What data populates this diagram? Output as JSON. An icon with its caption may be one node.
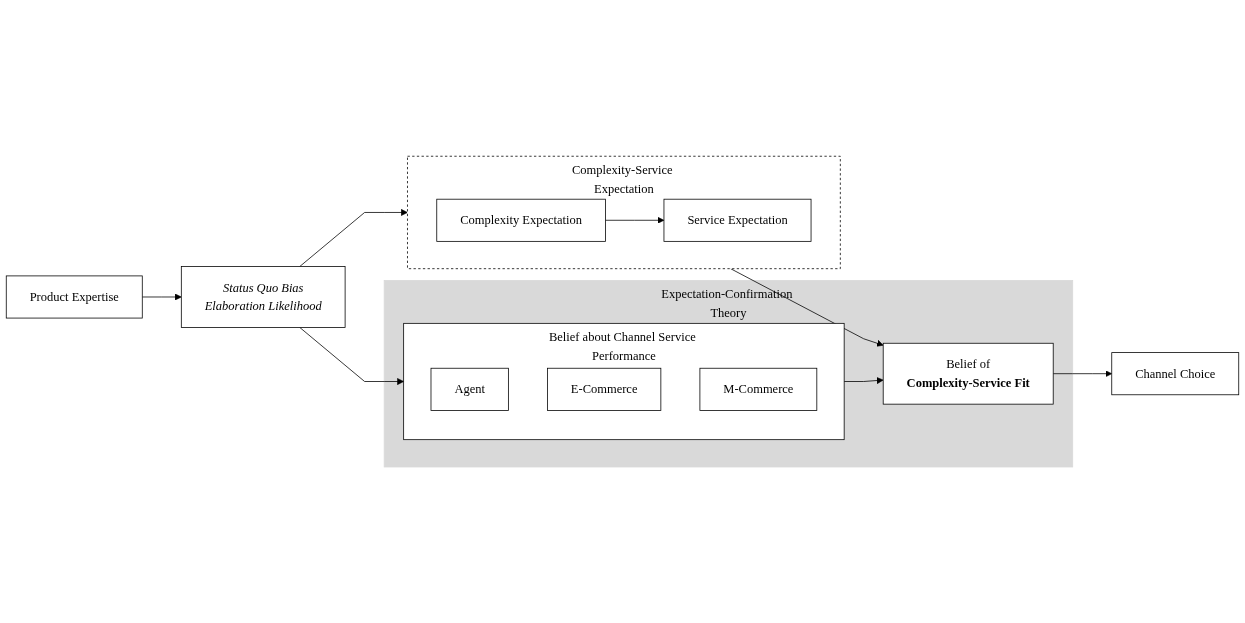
{
  "diagram": {
    "nodes": [
      {
        "text": [
          "Product Expertise"
        ]
      },
      {
        "text": [
          "Status Quo Bias",
          "Elaboration Likelihood"
        ]
      },
      {
        "text": [
          "Complexity-Service Expectation"
        ]
      },
      {
        "text": [
          "Complexity Expectation"
        ],
        "in": 2
      },
      {
        "text": [
          "Service Expectation"
        ],
        "in": 2
      },
      {
        "text": [
          "Expectation-Confirmation Theory"
        ]
      },
      {
        "text": [
          "Belief of",
          "Complexity-Service Fit"
        ],
        "in": 5
      },
      {
        "text": [
          "Channel Choice"
        ]
      },
      {
        "text": [
          "Belief about Channel Service Performance"
        ],
        "in": 5
      },
      {
        "text": [
          "Agent"
        ],
        "in": 8
      },
      {
        "text": [
          "E-Commerce"
        ],
        "in": 8
      },
      {
        "text": [
          "M-Commerce"
        ],
        "in": 8
      }
    ],
    "edges": [
      {
        "from": 0,
        "to": 1,
        "arrow": "to"
      },
      {
        "from": 1,
        "to": 2,
        "arrow": "to"
      },
      {
        "from": 1,
        "to": 8,
        "arrow": "to"
      },
      {
        "from": 3,
        "to": 4,
        "arrow": "to"
      },
      {
        "from": 2,
        "to": 6,
        "arrow": "to"
      },
      {
        "from": 8,
        "to": 6,
        "arrow": "to"
      },
      {
        "from": 6,
        "to": 7,
        "arrow": "to"
      }
    ]
  }
}
